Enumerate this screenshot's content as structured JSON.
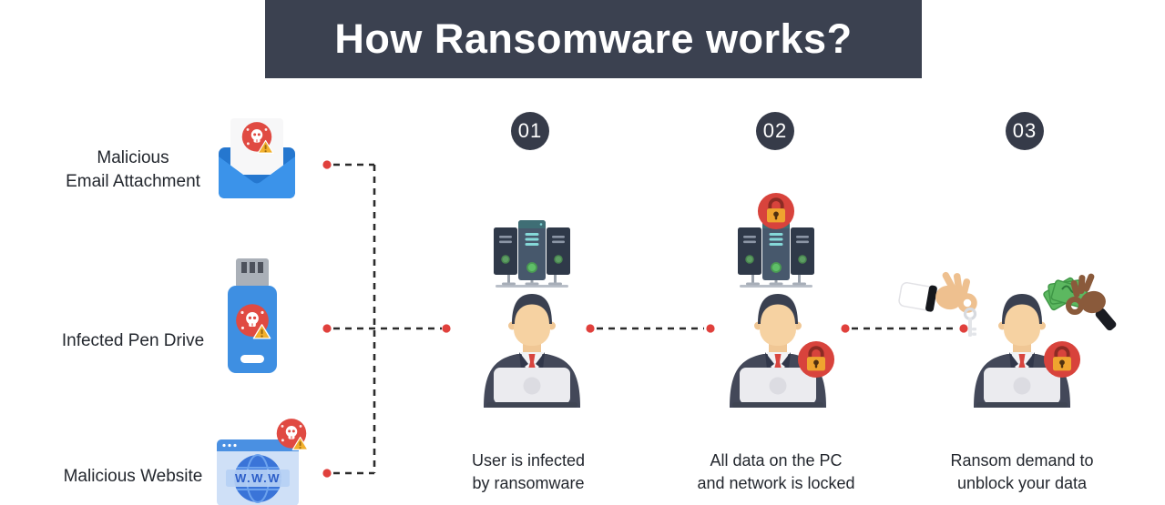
{
  "title": "How Ransomware works?",
  "colors": {
    "header_bg": "#3b4150",
    "step_circle_bg": "#363b49",
    "accent_red": "#e0403c",
    "connector_line": "#2b2b2b",
    "text": "#23272e",
    "warning_yellow": "#f2b02c",
    "lock_body_orange": "#efa42f",
    "envelope_blue": "#3b93ea",
    "pendrive_blue": "#3e8fe2",
    "money_green": "#5cb860"
  },
  "sources": [
    {
      "label": "Malicious\nEmail Attachment",
      "icon": "malicious-email-icon"
    },
    {
      "label": "Infected Pen Drive",
      "icon": "infected-pen-drive-icon"
    },
    {
      "label": "Malicious Website",
      "icon": "malicious-website-icon",
      "browser_text": "W.W.W"
    }
  ],
  "steps": [
    {
      "number": "01",
      "caption": "User is infected\nby ransomware",
      "icon": "server-and-user-icon"
    },
    {
      "number": "02",
      "caption": "All data on the PC\nand network is locked",
      "icon": "locked-server-and-user-icon"
    },
    {
      "number": "03",
      "caption": "Ransom demand to\nunblock your data",
      "icon": "ransom-exchange-icon"
    }
  ]
}
